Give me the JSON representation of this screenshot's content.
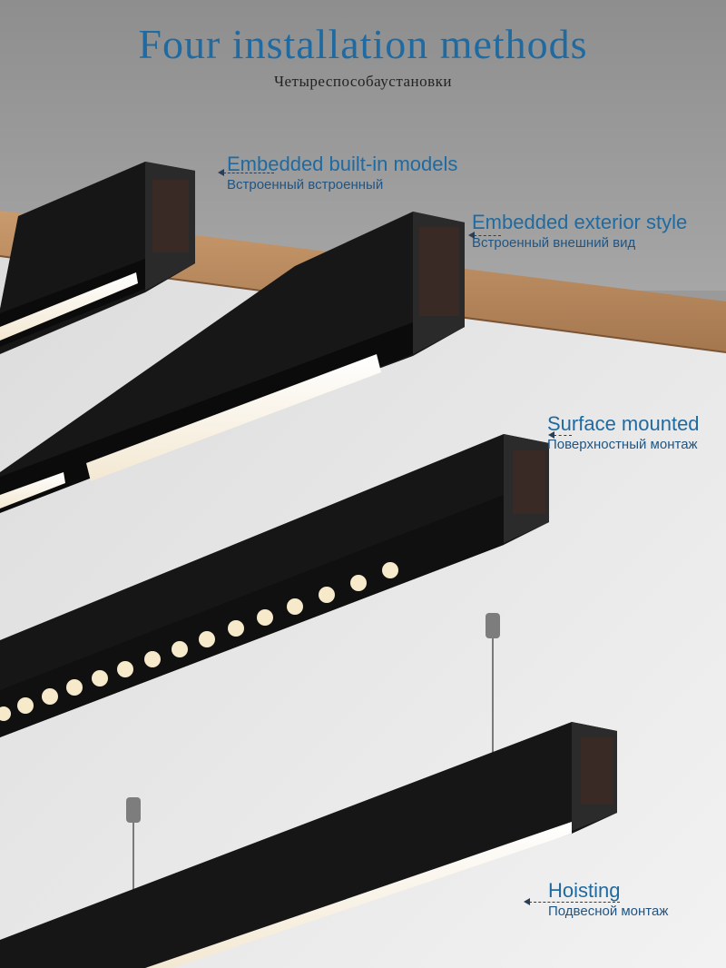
{
  "header": {
    "title": "Four installation methods",
    "subtitle": "Четыреспособаустановки"
  },
  "methods": [
    {
      "en": "Embedded built-in models",
      "ru": "Встроенный встроенный"
    },
    {
      "en": "Embedded exterior style",
      "ru": "Встроенный внешний вид"
    },
    {
      "en": "Surface mounted",
      "ru": "Поверхностный монтаж"
    },
    {
      "en": "Hoisting",
      "ru": "Подвесной монтаж"
    }
  ],
  "colors": {
    "title": "#1f6aa0",
    "wall": "#9a9a9a",
    "ceiling": "#e8e8e8",
    "wood": "#b88a60",
    "profile": "#1c1c1c",
    "light": "#fff8ea"
  }
}
